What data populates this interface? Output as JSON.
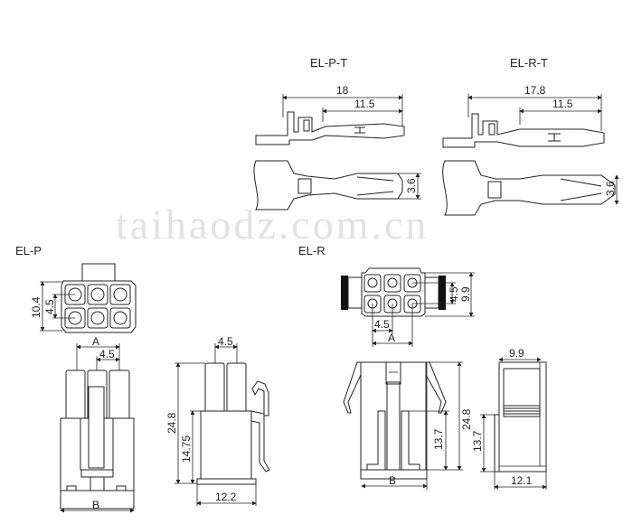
{
  "watermark": "taihaodz.com.cn",
  "terminals": {
    "el_p_t": {
      "label": "EL-P-T",
      "length": "18",
      "barrel": "11.5",
      "width": "3.6"
    },
    "el_r_t": {
      "label": "EL-R-T",
      "length": "17.8",
      "barrel": "11.5",
      "width": "3.6"
    }
  },
  "el_p": {
    "label": "EL-P",
    "height": "10.4",
    "row_pitch": "4.5",
    "dim_a": "A",
    "col_pitch": "4.5",
    "dim_b": "B",
    "side_pitch": "4.5",
    "total_height": "24.8",
    "body_height": "14.75",
    "depth": "12.2"
  },
  "el_r": {
    "label": "EL-R",
    "row_pitch": "4.5",
    "height": "9.9",
    "col_pitch": "4.5",
    "dim_a": "A",
    "total_height": "24.8",
    "body_height": "13.7",
    "dim_b": "B",
    "side_width": "9.9",
    "side_body_height": "13.7",
    "depth": "12.1"
  }
}
